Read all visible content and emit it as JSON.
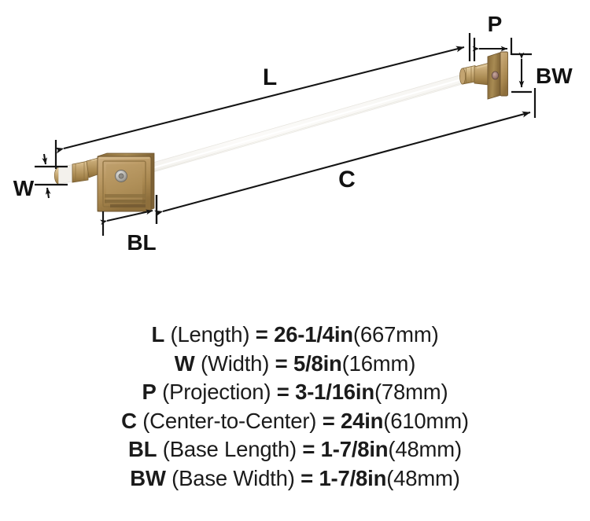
{
  "diagram": {
    "product_finish_color": "#b9975b",
    "bar_color": "#fbfbfa",
    "line_color": "#1a1a1a",
    "callouts": [
      {
        "key": "L",
        "label": "L"
      },
      {
        "key": "W",
        "label": "W"
      },
      {
        "key": "P",
        "label": "P"
      },
      {
        "key": "C",
        "label": "C"
      },
      {
        "key": "BL",
        "label": "BL"
      },
      {
        "key": "BW",
        "label": "BW"
      }
    ]
  },
  "specs": {
    "equals": "=",
    "rows": [
      {
        "abbr": "L",
        "name": " (Length) ",
        "imperial": "26-1/4in",
        "metric": "(667mm)"
      },
      {
        "abbr": "W",
        "name": " (Width) ",
        "imperial": "5/8in",
        "metric": "(16mm)"
      },
      {
        "abbr": "P",
        "name": " (Projection) ",
        "imperial": "3-1/16in",
        "metric": "(78mm)"
      },
      {
        "abbr": "C",
        "name": " (Center-to-Center) ",
        "imperial": "24in",
        "metric": "(610mm)"
      },
      {
        "abbr": "BL",
        "name": " (Base Length) ",
        "imperial": "1-7/8in",
        "metric": "(48mm)"
      },
      {
        "abbr": "BW",
        "name": " (Base Width) ",
        "imperial": "1-7/8in",
        "metric": "(48mm)"
      }
    ]
  }
}
